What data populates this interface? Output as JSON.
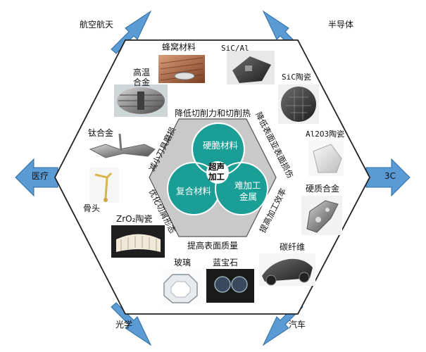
{
  "industries": {
    "aerospace": "航空航天",
    "semiconductor": "半导体",
    "medical": "医疗",
    "threec": "3C",
    "optics": "光学",
    "automotive": "汽车"
  },
  "materials": {
    "honeycomb": "蜂窝材料",
    "sical": "SiC/Al",
    "sic_ceramic": "SiC陶瓷",
    "superalloy_1": "高温",
    "superalloy_2": "合金",
    "titanium": "钛合金",
    "alumina": "Al2O3陶瓷",
    "bone": "骨头",
    "hard_alloy": "硬质合金",
    "zirconia": "ZrO₂陶瓷",
    "carbon_fiber": "碳纤维",
    "glass": "玻璃",
    "sapphire": "蓝宝石"
  },
  "benefits": {
    "top": "降低切削力和切削热",
    "upper_right": "降低表面亚表面损伤",
    "lower_right": "提高加工效率",
    "bottom": "提高表面质量",
    "lower_left": "优化切屑形态",
    "upper_left": "减小刀具磨损"
  },
  "core": {
    "center_1": "超声",
    "center_2": "加工",
    "brittle": "硬脆材料",
    "composite": "复合材料",
    "hard_1": "难加工",
    "hard_2": "金属"
  },
  "colors": {
    "arrow": "#5b9bd5",
    "arrow_edge": "#2e6da4",
    "hex_outer_stroke": "#222222",
    "hex_inner_fill": "#c9c9c9",
    "hex_inner_stroke": "#555555",
    "circle": "#1a9e96"
  }
}
